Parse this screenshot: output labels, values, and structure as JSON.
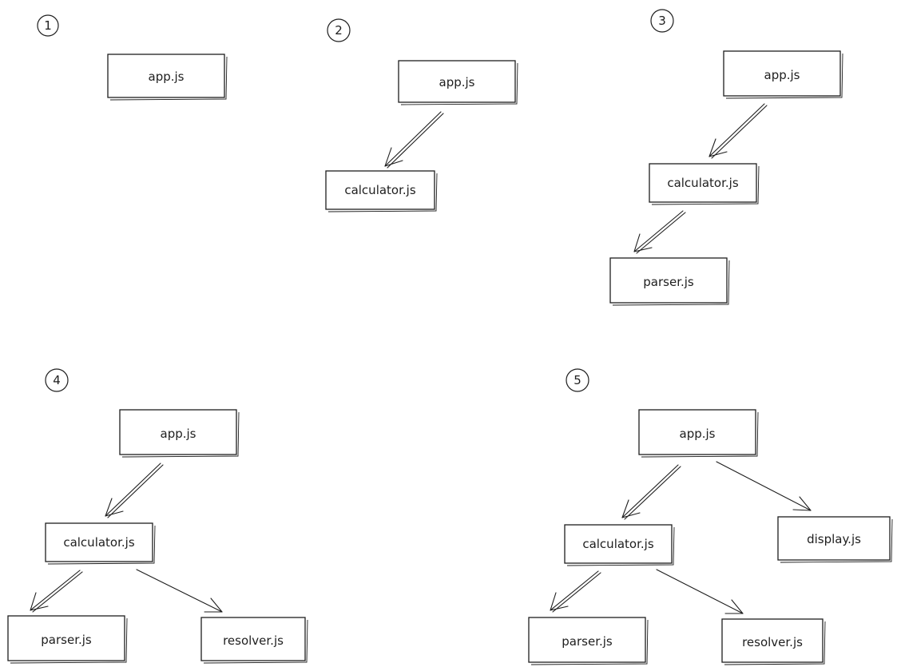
{
  "colors": {
    "ink": "#1e1e1e",
    "background": "#ffffff"
  },
  "diagrams": [
    {
      "step": "1",
      "nodes": {
        "app": "app.js"
      }
    },
    {
      "step": "2",
      "nodes": {
        "app": "app.js",
        "calculator": "calculator.js"
      }
    },
    {
      "step": "3",
      "nodes": {
        "app": "app.js",
        "calculator": "calculator.js",
        "parser": "parser.js"
      }
    },
    {
      "step": "4",
      "nodes": {
        "app": "app.js",
        "calculator": "calculator.js",
        "parser": "parser.js",
        "resolver": "resolver.js"
      }
    },
    {
      "step": "5",
      "nodes": {
        "app": "app.js",
        "calculator": "calculator.js",
        "parser": "parser.js",
        "resolver": "resolver.js",
        "display": "display.js"
      }
    }
  ]
}
